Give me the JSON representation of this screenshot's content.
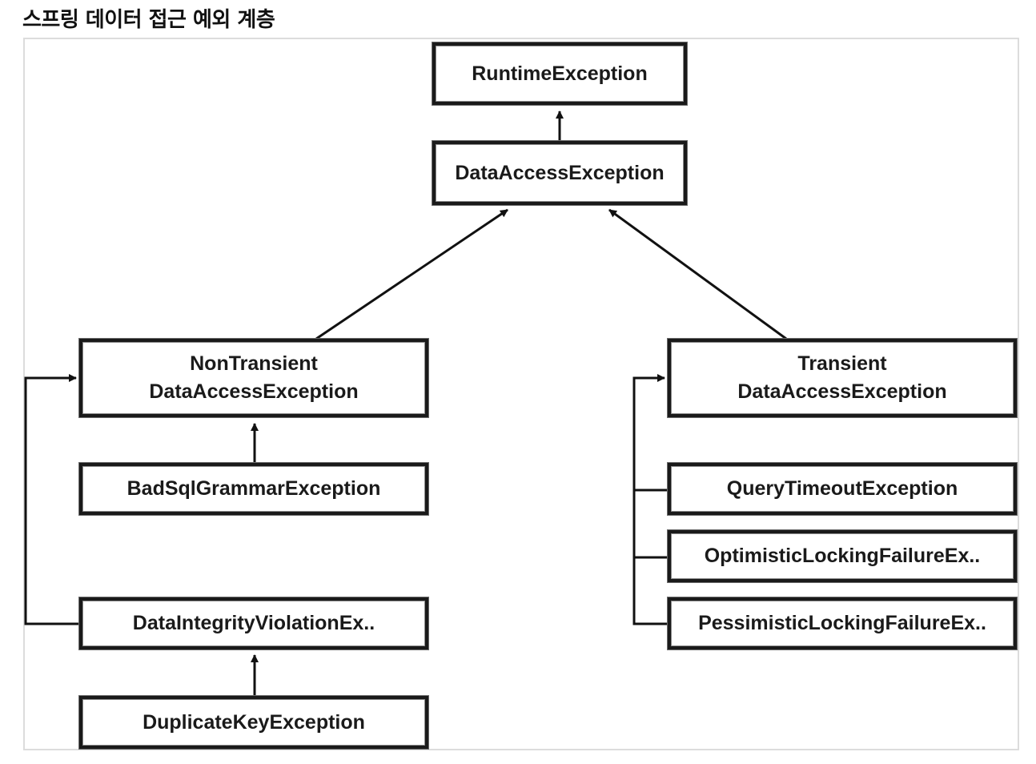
{
  "title": "스프링 데이터 접근 예외 계층",
  "nodes": {
    "runtime": "RuntimeException",
    "data_access": "DataAccessException",
    "non_transient_line1": "NonTransient",
    "non_transient_line2": "DataAccessException",
    "transient_line1": "Transient",
    "transient_line2": "DataAccessException",
    "bad_sql_grammar": "BadSqlGrammarException",
    "data_integrity_violation": "DataIntegrityViolationEx..",
    "duplicate_key": "DuplicateKeyException",
    "query_timeout": "QueryTimeoutException",
    "optimistic_locking": "OptimisticLockingFailureEx..",
    "pessimistic_locking": "PessimisticLockingFailureEx.."
  },
  "edges": [
    {
      "from": "DataAccessException",
      "to": "RuntimeException"
    },
    {
      "from": "NonTransient DataAccessException",
      "to": "DataAccessException"
    },
    {
      "from": "Transient DataAccessException",
      "to": "DataAccessException"
    },
    {
      "from": "BadSqlGrammarException",
      "to": "NonTransient DataAccessException"
    },
    {
      "from": "DataIntegrityViolationEx..",
      "to": "NonTransient DataAccessException"
    },
    {
      "from": "DuplicateKeyException",
      "to": "DataIntegrityViolationEx.."
    },
    {
      "from": "QueryTimeoutException",
      "to": "Transient DataAccessException"
    },
    {
      "from": "OptimisticLockingFailureEx..",
      "to": "Transient DataAccessException"
    },
    {
      "from": "PessimisticLockingFailureEx..",
      "to": "Transient DataAccessException"
    }
  ]
}
